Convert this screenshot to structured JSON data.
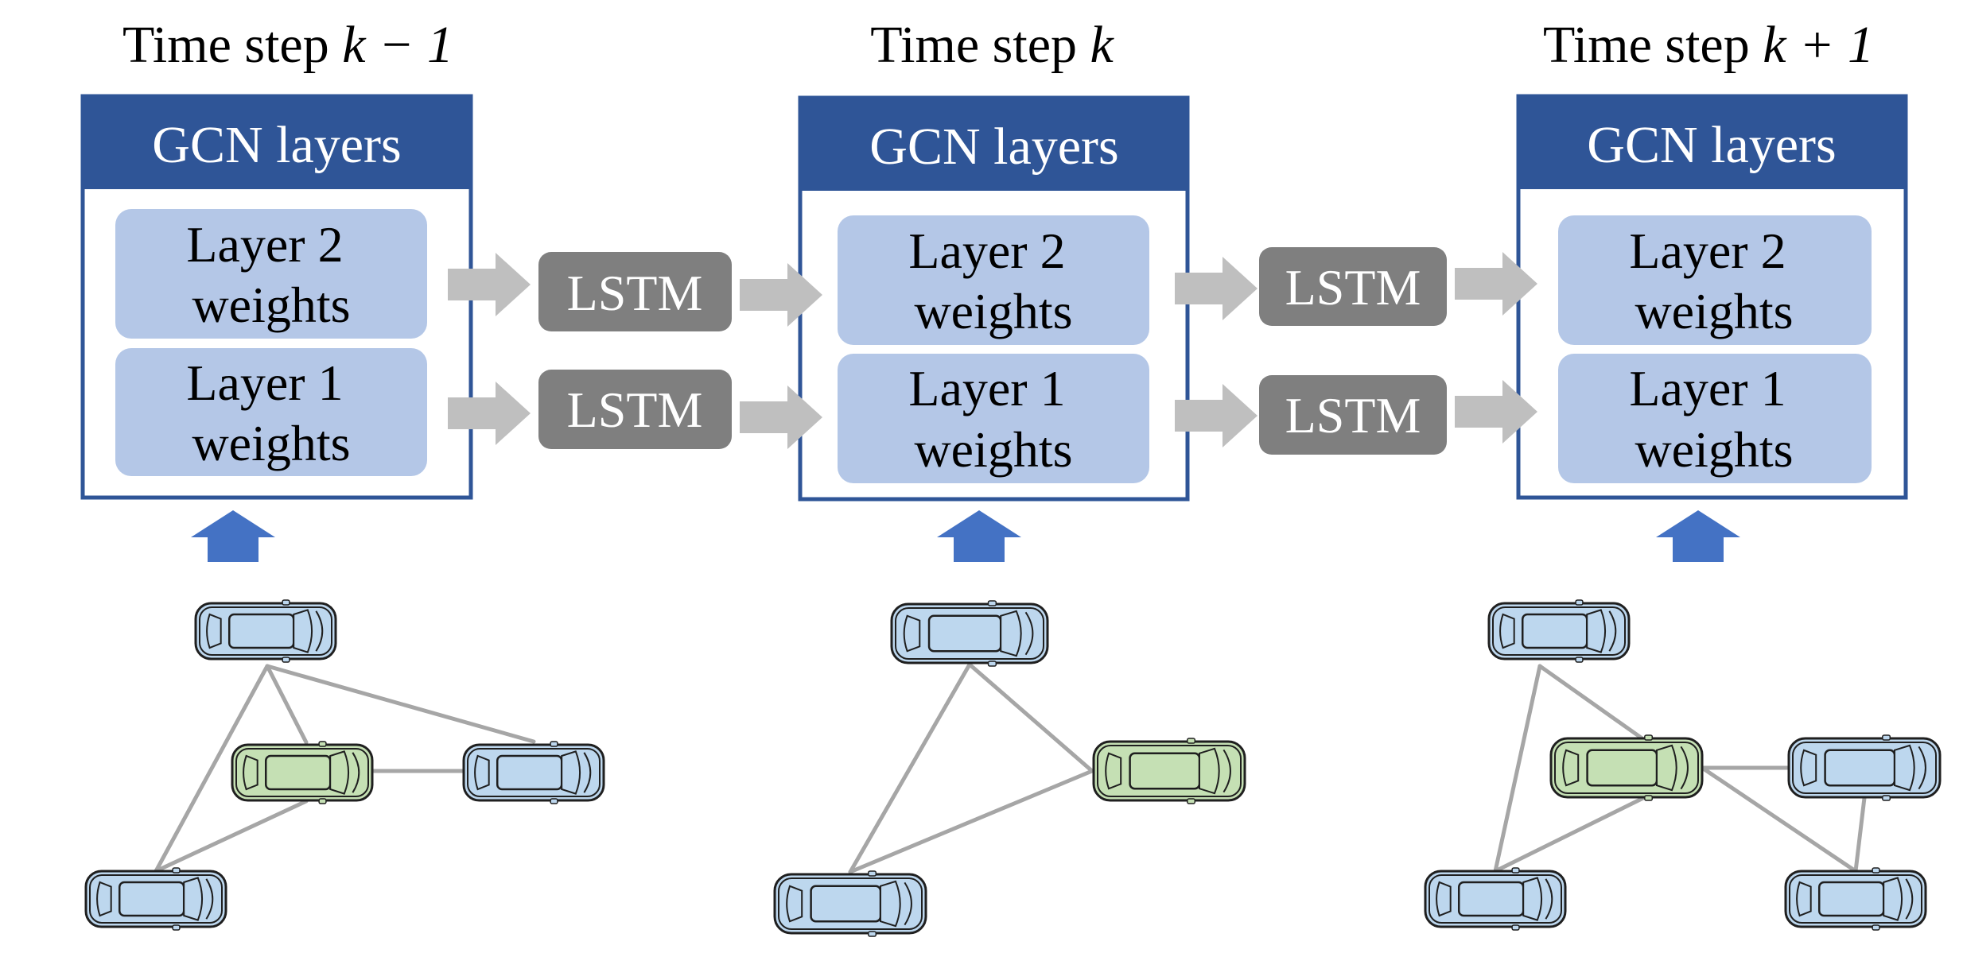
{
  "panels": [
    {
      "title_prefix": "Time step ",
      "title_math": "k − 1",
      "header": "GCN layers",
      "layer2_line1": "Layer 2",
      "layer2_line2": "weights",
      "layer1_line1": "Layer 1",
      "layer1_line2": "weights"
    },
    {
      "title_prefix": "Time step ",
      "title_math": "k",
      "header": "GCN layers",
      "layer2_line1": "Layer 2",
      "layer2_line2": "weights",
      "layer1_line1": "Layer 1",
      "layer1_line2": "weights"
    },
    {
      "title_prefix": "Time step ",
      "title_math": "k + 1",
      "header": "GCN layers",
      "layer2_line1": "Layer 2",
      "layer2_line2": "weights",
      "layer1_line1": "Layer 1",
      "layer1_line2": "weights"
    }
  ],
  "lstm_label": "LSTM",
  "colors": {
    "header": "#2f5597",
    "panel_border": "#2f5597",
    "weight_box": "#b4c7e7",
    "lstm_box": "#7f7f7f",
    "gray_arrow": "#bfbfbf",
    "up_arrow": "#4472c4",
    "edge": "#a6a6a6",
    "car_blue": "#bdd7ee",
    "car_green": "#c5e0b4",
    "car_outline": "#1f1f1f"
  },
  "graphs": [
    {
      "cars": [
        "neighbor",
        "ego",
        "neighbor",
        "neighbor"
      ],
      "edges": [
        [
          0,
          1
        ],
        [
          0,
          2
        ],
        [
          0,
          3
        ],
        [
          1,
          2
        ],
        [
          1,
          3
        ]
      ]
    },
    {
      "cars": [
        "neighbor",
        "ego",
        "neighbor"
      ],
      "edges": [
        [
          0,
          1
        ],
        [
          0,
          2
        ],
        [
          1,
          2
        ]
      ]
    },
    {
      "cars": [
        "neighbor",
        "ego",
        "neighbor",
        "neighbor",
        "neighbor"
      ],
      "edges": [
        [
          0,
          1
        ],
        [
          0,
          3
        ],
        [
          1,
          2
        ],
        [
          1,
          3
        ],
        [
          1,
          4
        ],
        [
          2,
          4
        ]
      ]
    }
  ]
}
